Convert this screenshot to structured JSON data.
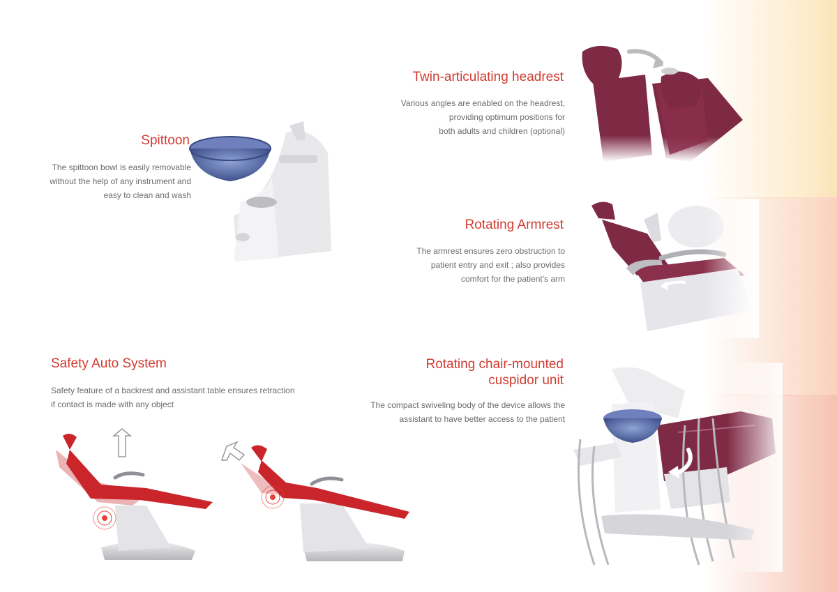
{
  "sections": {
    "spittoon": {
      "title": "Spittoon",
      "lines": [
        "The spittoon bowl is easily removable",
        "without the help of any instrument and",
        "easy to clean and wash"
      ]
    },
    "headrest": {
      "title": "Twin-articulating headrest",
      "lines": [
        "Various angles are enabled on the headrest,",
        "providing optimum positions for",
        "both adults and children (optional)"
      ]
    },
    "armrest": {
      "title": "Rotating Armrest",
      "lines": [
        "The armrest ensures zero obstruction to",
        "patient entry and exit ; also provides",
        "comfort for the patient's arm"
      ]
    },
    "safety": {
      "title": "Safety Auto System",
      "lines": [
        "Safety feature of a backrest and assistant table ensures retraction",
        "if contact is made with any object"
      ]
    },
    "cuspidor": {
      "title_lines": [
        "Rotating chair-mounted",
        "cuspidor unit"
      ],
      "lines": [
        "The compact swiveling body of the device allows the",
        "assistant to have better access to the patient"
      ]
    }
  },
  "colors": {
    "accent_red": "#d13b31",
    "chair_maroon": "#7e2a45",
    "chair_red": "#c9252b",
    "body_text": "#6b6b6b"
  }
}
